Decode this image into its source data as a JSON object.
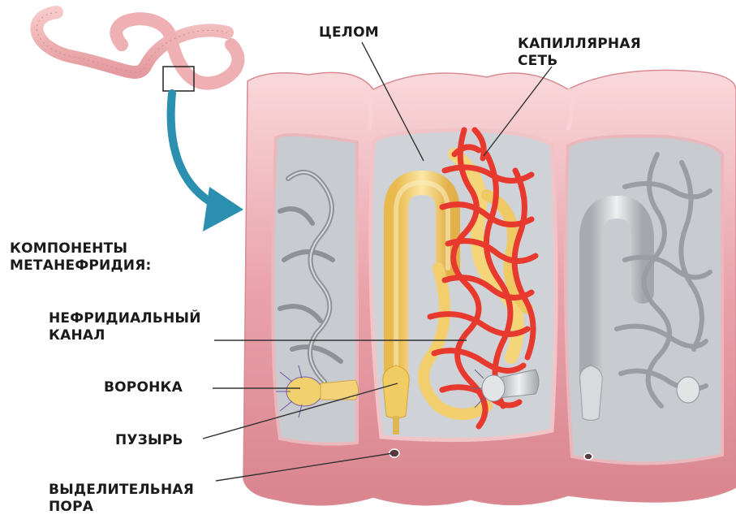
{
  "labels": {
    "celom": "ЦЕЛОМ",
    "capillary_line1": "КАПИЛЛЯРНАЯ",
    "capillary_line2": "СЕТЬ",
    "components_line1": "КОМПОНЕНТЫ",
    "components_line2": "МЕТАНЕФРИДИЯ:",
    "canal_line1": "НЕФРИДИАЛЬНЫЙ",
    "canal_line2": "КАНАЛ",
    "funnel": "ВОРОНКА",
    "bladder": "ПУЗЫРЬ",
    "pore_line1": "ВЫДЕЛИТЕЛЬНАЯ",
    "pore_line2": "ПОРА"
  },
  "colors": {
    "body_wall": "#e9a3ab",
    "body_wall_light": "#f6cdd1",
    "coelom": "#cfd3d7",
    "nephridium": "#f4d57a",
    "capillary": "#e8392e",
    "gray_tube": "#c9ccd0",
    "arrow": "#2b8fb0"
  }
}
